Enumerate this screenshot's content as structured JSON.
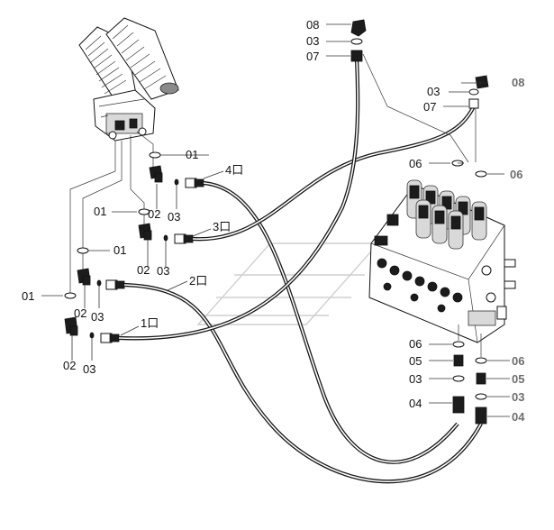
{
  "labels": {
    "l08_top": "08",
    "l03_top": "03",
    "l07_top": "07",
    "l03_right": "03",
    "l08_right": "08",
    "l07_right": "07",
    "l06_right_upper_left": "06",
    "l06_right_upper_right": "06",
    "l01_a": "01",
    "l01_b": "01",
    "l01_c": "01",
    "l01_d": "01",
    "l02_a": "02",
    "l02_b": "02",
    "l02_c": "02",
    "l02_d": "02",
    "l03_a": "03",
    "l03_b": "03",
    "l03_c": "03",
    "l03_d": "03",
    "port4": "4口",
    "port3": "3口",
    "port2": "2口",
    "port1": "1口",
    "l06_low_left": "06",
    "l05_low_left": "05",
    "l03_low_left": "03",
    "l04_low_left": "04",
    "l06_low_right": "06",
    "l05_low_right": "05",
    "l03_low_right": "03",
    "l04_low_right": "04"
  },
  "colors": {
    "line": "#1a1a1a",
    "label": "#111111",
    "label_muted": "#6e6e6e",
    "watermark": "#cfcfcf"
  }
}
